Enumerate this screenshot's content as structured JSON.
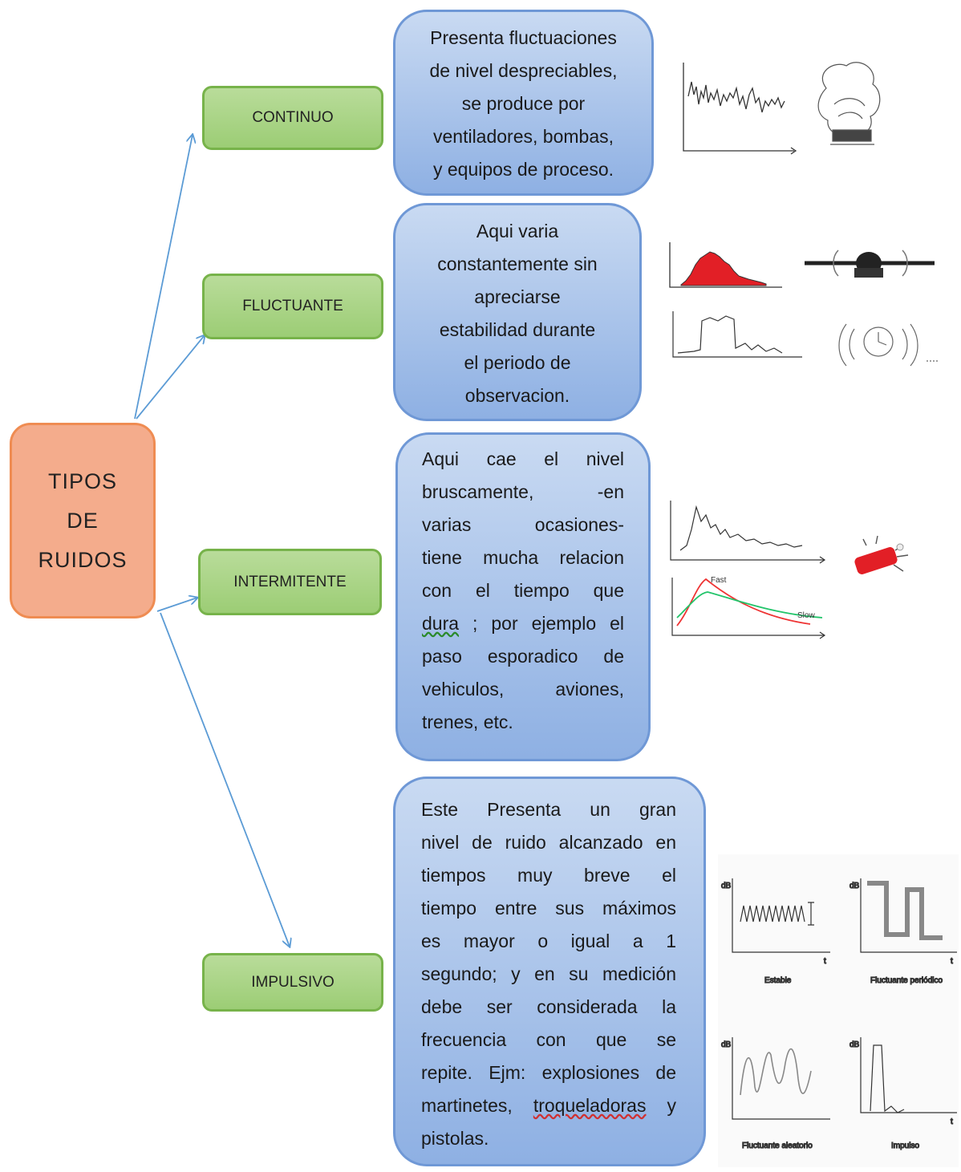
{
  "root": {
    "line1": "TIPOS",
    "line2": "DE",
    "line3": "RUIDOS"
  },
  "categories": [
    {
      "label": "CONTINUO"
    },
    {
      "label": "FLUCTUANTE"
    },
    {
      "label": "INTERMITENTE"
    },
    {
      "label": "IMPULSIVO"
    }
  ],
  "descriptions": {
    "continuo": [
      "Presenta fluctuaciones",
      "de nivel despreciables,",
      "se produce por",
      "ventiladores, bombas,",
      "y equipos de proceso."
    ],
    "fluctuante": [
      "Aqui varia",
      "constantemente sin",
      "apreciarse",
      "estabilidad durante",
      "el periodo de",
      "observacion."
    ],
    "intermitente": [
      "Aqui cae el nivel",
      "bruscamente, -en",
      "varias ocasiones-",
      "tiene mucha relacion",
      "con el tiempo que",
      "dura ; por ejemplo el",
      "paso esporadico de",
      "vehiculos, aviones,",
      "trenes, etc."
    ],
    "impulsivo": [
      "Este Presenta un gran",
      "nivel de ruido alcanzado en",
      "tiempos muy breve el",
      "tiempo entre sus máximos",
      "es mayor o igual a 1",
      "segundo; y en su medición",
      "debe ser considerada la",
      "frecuencia con que se",
      "repite. Ejm: explosiones de",
      "martinetes, troqueladoras y",
      "pistolas."
    ]
  },
  "intermitente_parts": {
    "underlined": "dura",
    "rest": " ; por ejemplo el"
  },
  "impulsivo_parts": {
    "before": "martinetes, ",
    "underlined": "troqueladoras",
    "after": " y"
  },
  "graph_labels": {
    "fast": "Fast",
    "slow": "Slow",
    "estable": "Estable",
    "fluctuante_periodico": "Fluctuante periódico",
    "fluctuante_aleatorio": "Fluctuante aleatorio",
    "impulso": "Impulso",
    "db": "dB",
    "t": "t"
  },
  "colors": {
    "root_fill": "#f4ac8c",
    "category_fill": "#9ccd75",
    "description_fill": "#8eb0e3",
    "arrow": "#5b9bd5",
    "area_red": "#e21f26"
  }
}
